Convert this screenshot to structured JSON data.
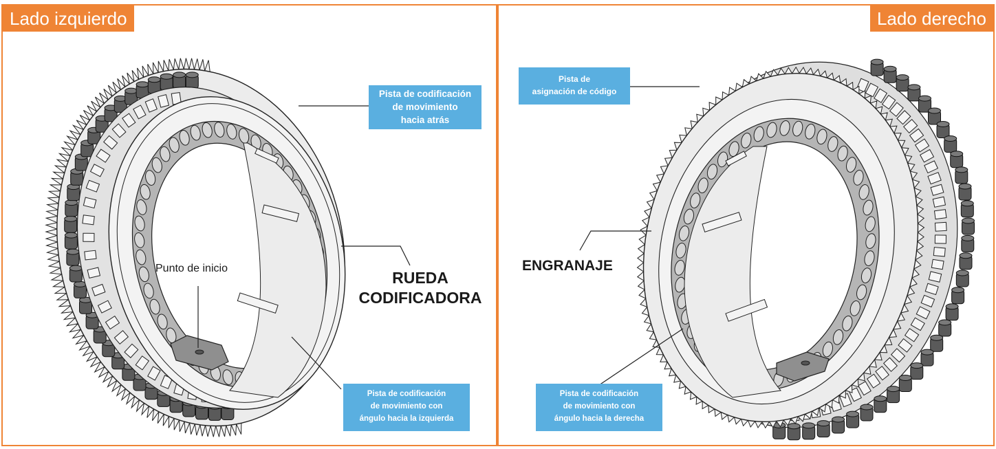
{
  "left": {
    "tab": "Lado izquierdo",
    "callout_back": {
      "lines": [
        "Pista de codificación",
        "de movimiento",
        "hacia atrás"
      ]
    },
    "callout_left_angle": {
      "lines": [
        "Pista de codificación",
        "de movimiento con",
        "ángulo hacia la izquierda"
      ]
    },
    "start_label": "Punto de inicio",
    "wheel_label": [
      "RUEDA",
      "CODIFICADORA"
    ]
  },
  "right": {
    "tab": "Lado derecho",
    "callout_assign": {
      "lines": [
        "Pista de",
        "asignación de código"
      ]
    },
    "callout_right_angle": {
      "lines": [
        "Pista de codificación",
        "de movimiento con",
        "ángulo hacia la derecha"
      ]
    },
    "gear_label": "ENGRANAJE"
  },
  "colors": {
    "accent": "#ef8435",
    "callout": "#5aafe0",
    "ring_fill": "#ececec",
    "track": "#b5b5b5",
    "peg": "#5a5a5a"
  }
}
